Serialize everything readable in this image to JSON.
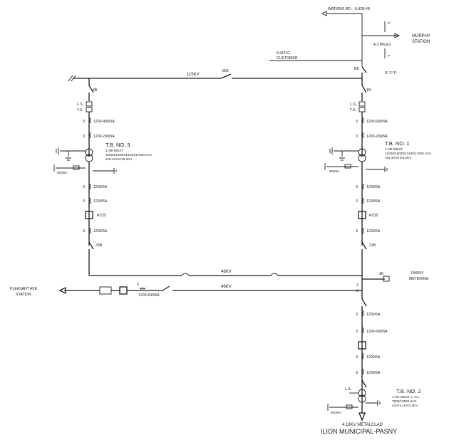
{
  "top": {
    "watkins_rd": "WATKINS RD. - ILION #8",
    "murphy_station": "MURPHY",
    "murphy_station_2": "STATION",
    "miles": "4.3 MILES",
    "nmpc": "N.M.P.C.",
    "customer": "CUSTOMER",
    "sw_b8": "B8",
    "sw_805": "805",
    "line_115kv": "115KV",
    "right_small_marks": "3° 2° P"
  },
  "tb3": {
    "title": "T.B. NO. 3",
    "spec1": "1-3Φ-WEST",
    "spec2": "12000/16000/13440/17920 KVA",
    "spec3": "115-43.8Y/25.2KV",
    "sw_top": "3B",
    "ls": "L.S.",
    "ts": "T.S.",
    "ct1": "1200-400/5A",
    "ct2": "1200-200/5A",
    "ct3": "1200/5A",
    "ct4": "1200/5A",
    "ct5": "1200/5A",
    "breaker": "R225",
    "sw_bottom": "23B",
    "side_ct": "600/5A",
    "n3_a": "3",
    "n3_b": "3",
    "n3_c": "3",
    "n3_d": "3",
    "n3_e": "3"
  },
  "tb1": {
    "title": "T.B. NO. 1",
    "spec1": "1-3Φ WEST.",
    "spec2": "12000/16000/13440/17920 KVA",
    "spec3": "115-43.8Y/25.2KV",
    "sw_top": "1B",
    "ls": "L.S.",
    "ts": "T.S.",
    "ct1": "1200-600/5A",
    "ct2": "1200-200/5A",
    "ct3": "1200/5A",
    "ct4": "1200/5A",
    "ct5": "1200/5A",
    "breaker": "R215",
    "sw_bottom": "21B",
    "side_ct": "600/5A",
    "n3_a": "3",
    "n3_b": "3",
    "n3_c": "3",
    "n3_d": "3",
    "n3_e": "3"
  },
  "mid": {
    "bus_46kv_upper": "46KV",
    "bus_46kv_lower": "46KV",
    "pasny": "PASNY",
    "metering": "METERING",
    "pleasant": "PLEASANT AVE.",
    "pleasant_station": "STATION",
    "ct_left": "1200-600/5A",
    "n3_left": "3",
    "sw_2": "2",
    "sw_3": "3"
  },
  "tb2": {
    "title": "T.B. NO. 2",
    "spec1": "1-3Φ WEST. L.T.C.",
    "spec2": "7500/10500 KVA",
    "spec3": "43.8-4.16Y/2.4KV",
    "ct1": "1200/5A",
    "ct2": "1200-600/5A",
    "ct3": "1200/5A",
    "ct4": "1200/5A",
    "n3_a": "3",
    "n3_b": "3",
    "n3_c": "3",
    "n3_d": "3",
    "side_ct": "600/5A",
    "la": "L.A.",
    "metalclad": "4.16KV METALCLAD",
    "footer": "ILION MUNICIPAL-PASNY"
  }
}
